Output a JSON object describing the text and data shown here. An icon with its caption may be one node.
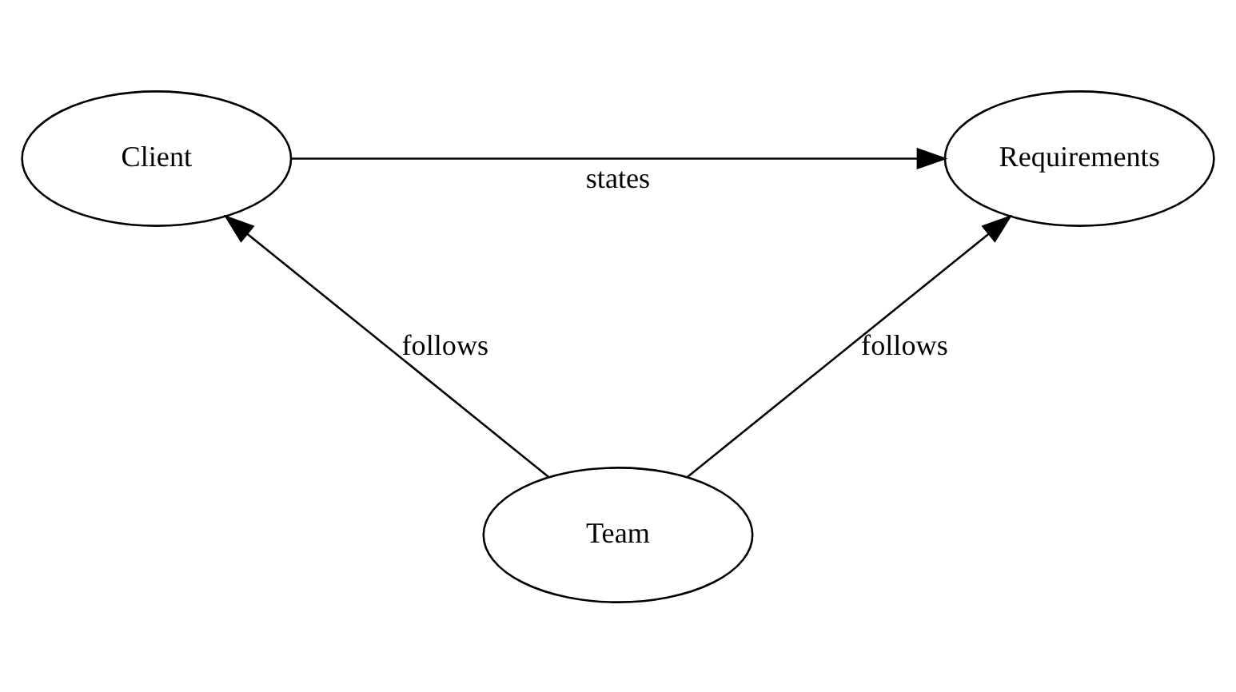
{
  "diagram": {
    "nodes": [
      {
        "text": [
          "Client"
        ]
      },
      {
        "text": [
          "Requirements"
        ]
      },
      {
        "text": [
          "Team"
        ]
      }
    ],
    "edges": [
      {
        "from": 0,
        "to": 1,
        "arrow": "to",
        "label": "states"
      },
      {
        "from": 2,
        "to": 0,
        "arrow": "to",
        "label": "follows"
      },
      {
        "from": 2,
        "to": 1,
        "arrow": "to",
        "label": "follows"
      }
    ]
  }
}
